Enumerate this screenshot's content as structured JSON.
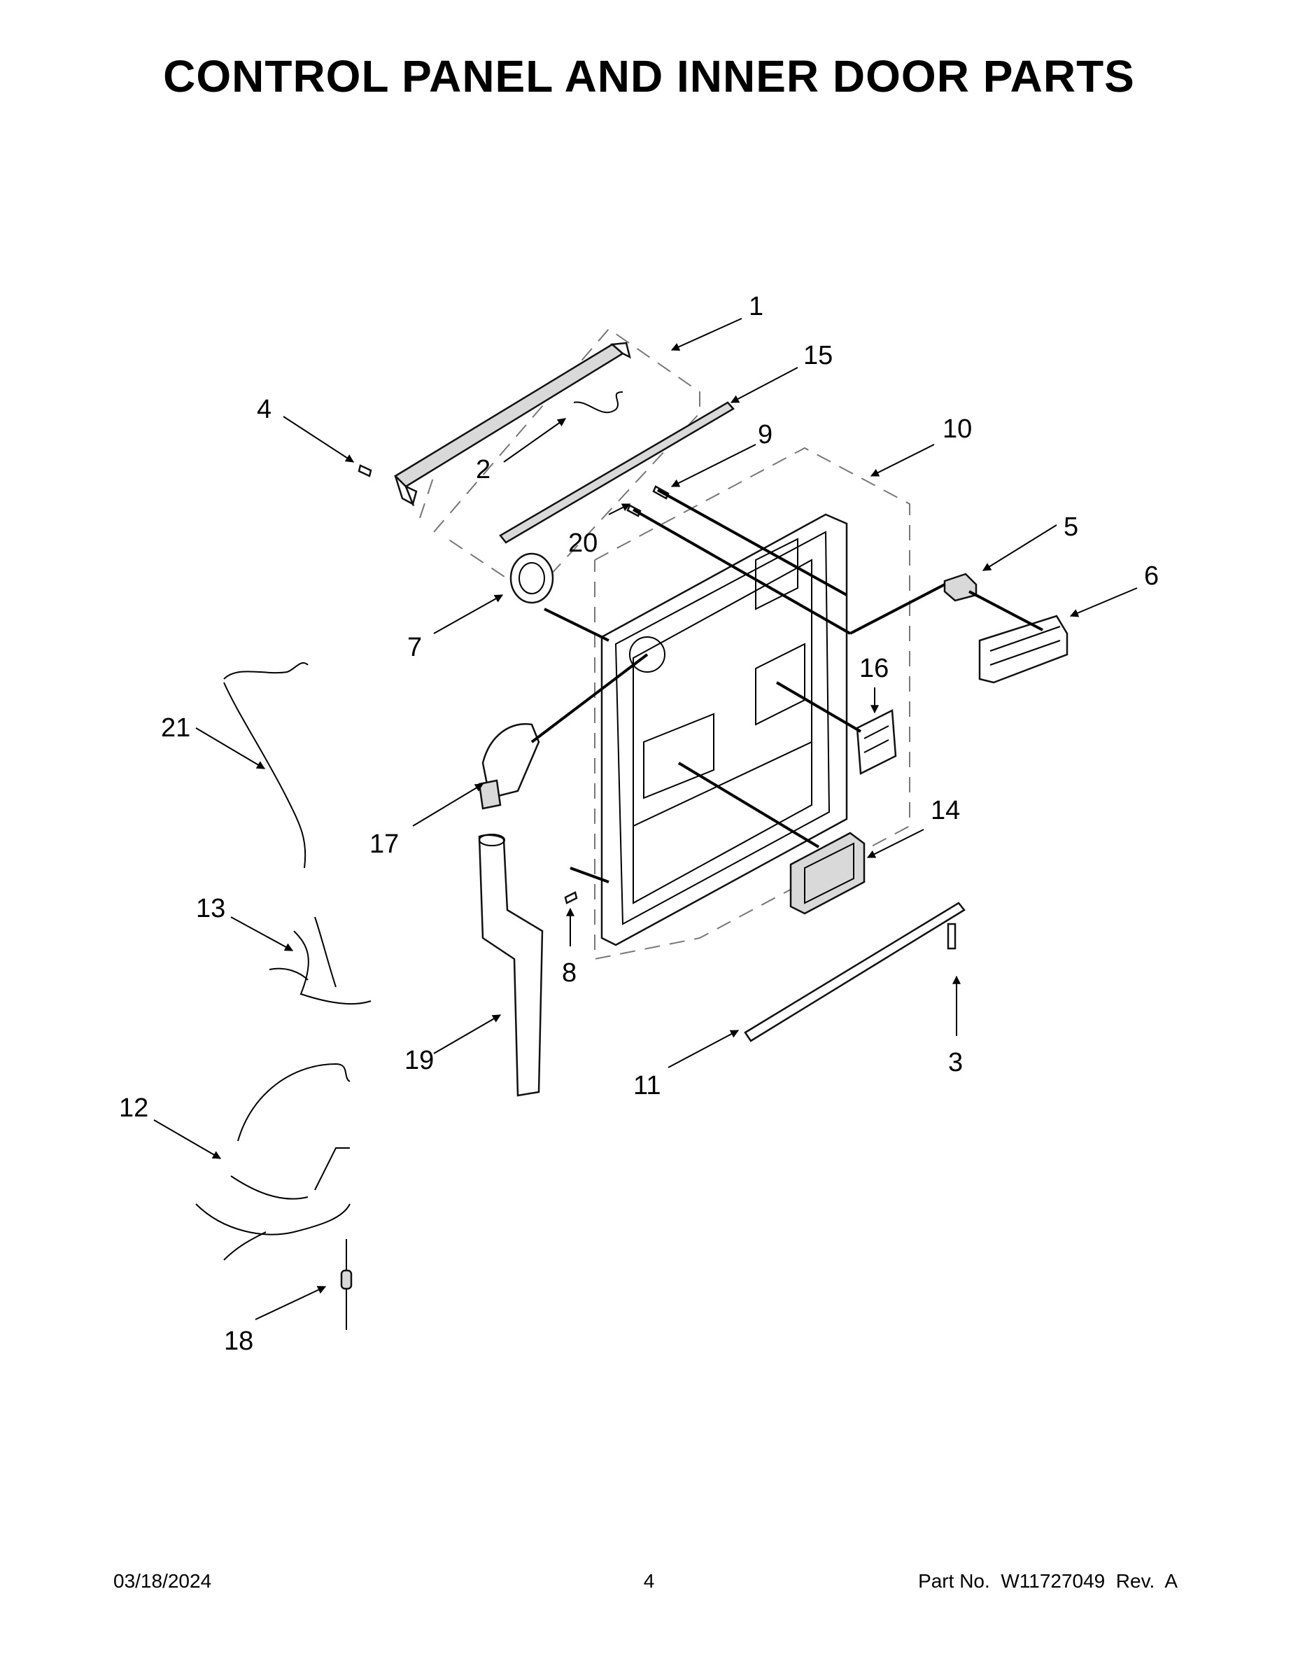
{
  "title": "CONTROL PANEL AND INNER DOOR PARTS",
  "callouts": [
    "1",
    "2",
    "3",
    "4",
    "5",
    "6",
    "7",
    "8",
    "9",
    "10",
    "11",
    "12",
    "13",
    "14",
    "15",
    "16",
    "17",
    "18",
    "19",
    "20",
    "21"
  ],
  "footer": {
    "date": "03/18/2024",
    "page": "4",
    "part_no": "Part No.  W11727049  Rev.  A"
  }
}
